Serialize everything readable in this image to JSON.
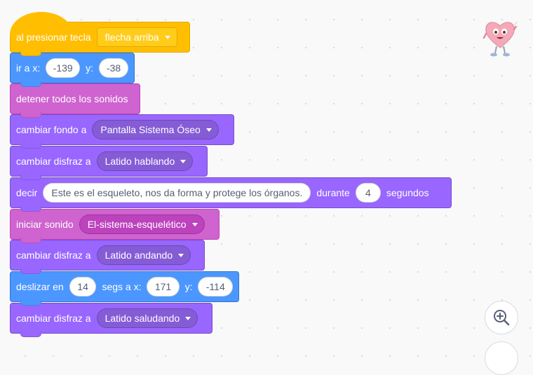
{
  "sprite_icon": "heart-character-icon",
  "zoom": {
    "icon": "zoom-in-icon"
  },
  "script": {
    "b1": {
      "label": "al presionar tecla",
      "key": "flecha arriba"
    },
    "b2": {
      "label": "ir a x:",
      "x": "-139",
      "y_label": "y:",
      "y": "-38"
    },
    "b3": {
      "label": "detener todos los sonidos"
    },
    "b4": {
      "label": "cambiar fondo a",
      "backdrop": "Pantalla Sistema Óseo"
    },
    "b5": {
      "label": "cambiar disfraz a",
      "costume": "Latido hablando"
    },
    "b6": {
      "label": "decir",
      "message": "Este es el esqueleto, nos da forma y protege los órganos.",
      "during": "durante",
      "secs": "4",
      "unit": "segundos"
    },
    "b7": {
      "label": "iniciar sonido",
      "sound": "El-sistema-esquelético"
    },
    "b8": {
      "label": "cambiar disfraz a",
      "costume": "Latido andando"
    },
    "b9": {
      "label": "deslizar en",
      "secs": "14",
      "secs_label": "segs a x:",
      "x": "171",
      "y_label": "y:",
      "y": "-114"
    },
    "b10": {
      "label": "cambiar disfraz a",
      "costume": "Latido saludando"
    }
  }
}
